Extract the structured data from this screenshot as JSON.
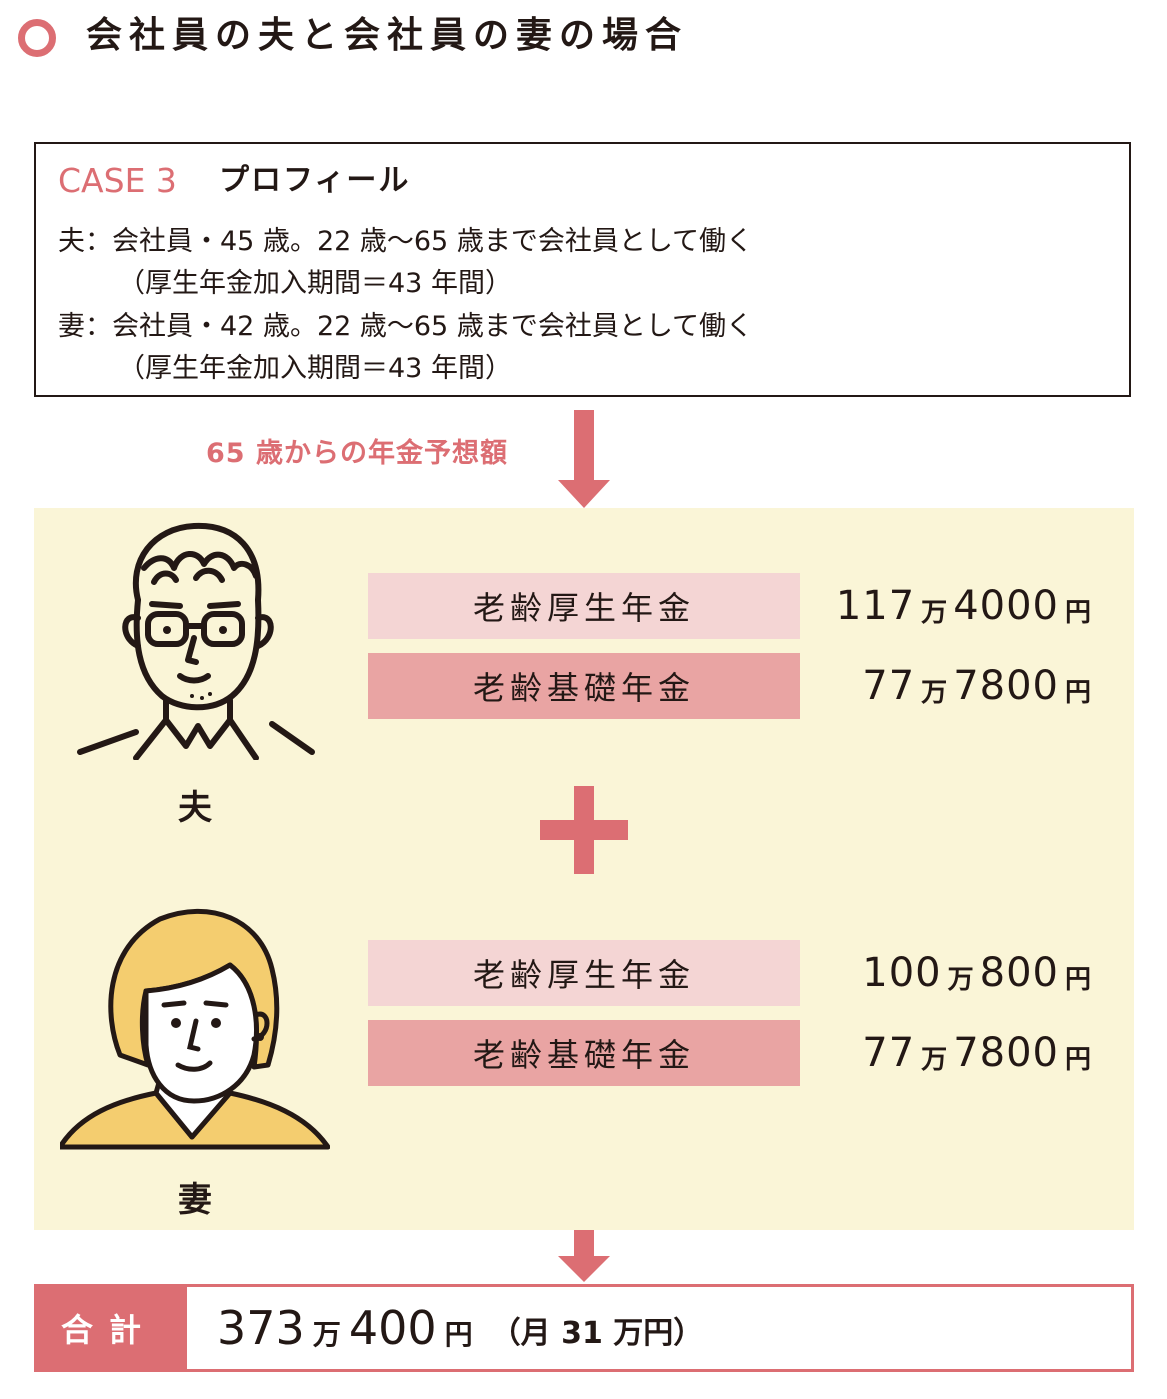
{
  "title": "会社員の夫と会社員の妻の場合",
  "profile": {
    "case_label": "CASE 3",
    "case_title": "プロフィール",
    "lines": [
      "夫：会社員・45 歳。22 歳〜65 歳まで会社員として働く",
      "（厚生年金加入期間＝43 年間）",
      "妻：会社員・42 歳。22 歳〜65 歳まで会社員として働く",
      "（厚生年金加入期間＝43 年間）"
    ]
  },
  "arrow_label": "65 歳からの年金予想額",
  "husband": {
    "label": "夫",
    "rows": [
      {
        "pension": "老齢厚生年金",
        "man": "117",
        "man_unit": "万",
        "rest": "4000",
        "yen": "円"
      },
      {
        "pension": "老齢基礎年金",
        "man": "77",
        "man_unit": "万",
        "rest": "7800",
        "yen": "円"
      }
    ]
  },
  "wife": {
    "label": "妻",
    "rows": [
      {
        "pension": "老齢厚生年金",
        "man": "100",
        "man_unit": "万",
        "rest": "800",
        "yen": "円"
      },
      {
        "pension": "老齢基礎年金",
        "man": "77",
        "man_unit": "万",
        "rest": "7800",
        "yen": "円"
      }
    ]
  },
  "total": {
    "label": "合計",
    "man": "373",
    "man_unit": "万",
    "rest": "400",
    "yen": "円",
    "monthly": "（月 31 万円）"
  },
  "colors": {
    "accent": "#dc6e73",
    "panel": "#faf5d7",
    "pill_light": "#f4d5d4",
    "pill_dark": "#e9a4a3",
    "hair": "#f4cd6f"
  }
}
